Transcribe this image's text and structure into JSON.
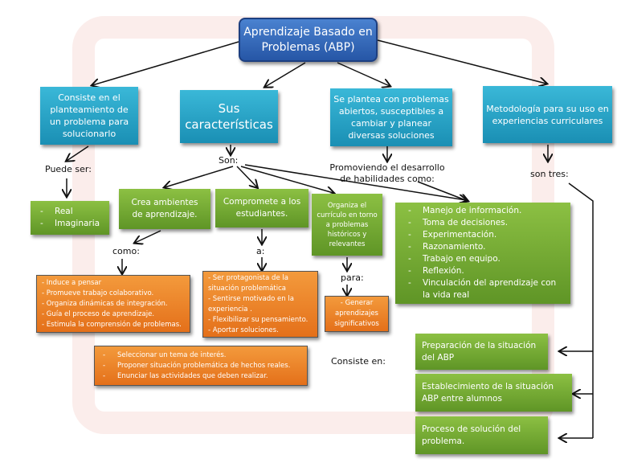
{
  "title": "Aprendizaje Basado en Problemas (ABP)",
  "branches": {
    "b1": "Consiste en el planteamiento de un problema para solucionarlo",
    "b2": "Sus características",
    "b3": "Se plantea con problemas abiertos, susceptibles a cambiar y planear diversas soluciones",
    "b4": "Metodología para su uso en experiencias curriculares"
  },
  "labels": {
    "puede_ser": "Puede ser:",
    "son": "Son:",
    "como": "como:",
    "a": "a:",
    "para": "para:",
    "consiste_en": "Consiste en:",
    "promoviendo": "Promoviendo el desarrollo de habilidades como:",
    "son_tres": "son tres:"
  },
  "tipos": [
    "Real",
    "Imaginaria"
  ],
  "caracteristicas": [
    "Crea ambientes de aprendizaje.",
    "Compromete a los estudiantes.",
    "Organiza el currículo en torno a problemas históricos y relevantes"
  ],
  "como_items": [
    "- Induce a pensar",
    "- Promueve trabajo colaborativo.",
    "- Organiza dinámicas de integración.",
    "- Guía el proceso de aprendizaje.",
    "- Estimula la comprensión de problemas."
  ],
  "a_items": [
    "- Ser protagonista de la situación problemática",
    "- Sentirse motivado en la experiencia .",
    "- Flexibilizar su pensamiento.",
    "- Aportar soluciones."
  ],
  "para_items": [
    "- Generar aprendizajes significativos"
  ],
  "consiste_items": [
    "Seleccionar un tema de interés.",
    "Proponer situación problemática  de hechos reales.",
    "Enunciar las actividades que deben realizar."
  ],
  "habilidades": [
    "Manejo de información.",
    "Toma de decisiones.",
    "Experimentación.",
    "Razonamiento.",
    "Trabajo en equipo.",
    "Reflexión.",
    "Vinculación del aprendizaje con la vida real"
  ],
  "fases": [
    "Preparación de la situación del ABP",
    "Establecimiento de la situación ABP entre alumnos",
    "Proceso de solución del problema."
  ],
  "colors": {
    "title": "#2656a6",
    "branch": "#1a8fb4",
    "green": "#6fa532",
    "orange": "#e97d25"
  }
}
